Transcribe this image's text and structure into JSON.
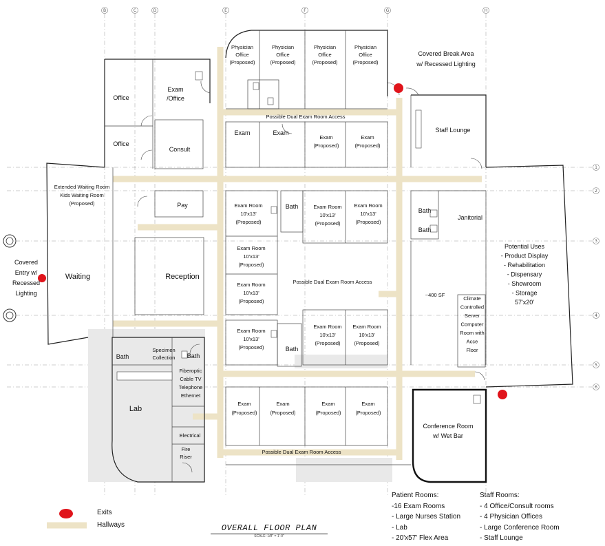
{
  "rooms": {
    "physician_office": [
      "Physician\nOffice\n(Proposed)",
      "Physician\nOffice\n(Proposed)",
      "Physician\nOffice\n(Proposed)",
      "Physician\nOffice\n(Proposed)"
    ],
    "covered_break_area": "Covered Break Area\nw/ Recessed Lighting",
    "office_1": "Office",
    "office_2": "Office",
    "exam_office": "Exam\n/Office",
    "consult": "Consult",
    "dual_access_top": "Possible Dual Exam Room Access",
    "dual_access_mid": "Possible Dual Exam Room Access",
    "dual_access_bottom": "Possible Dual Exam Room Access",
    "exam_1": "Exam",
    "exam_2": "Exam",
    "exam_proposed_top": [
      "Exam\n(Proposed)",
      "Exam\n(Proposed)"
    ],
    "staff_lounge": "Staff Lounge",
    "extended_waiting": "Extended Waiting Room\nKids Waiting Room\n(Proposed)",
    "pay": "Pay",
    "exam_room_row2": [
      "Exam Room\n10'x13'\n(Proposed)",
      "Exam Room\n10'x13'\n(Proposed)",
      "Exam Room\n10'x13'\n(Proposed)"
    ],
    "bath_a": "Bath",
    "bath_b": "Bath",
    "bath_c": "Bath",
    "janitorial": "Janitorial",
    "potential_uses": "Potential Uses\n- Product Display\n- Rehabilitation\n- Dispensary\n- Showroom\n- Storage\n57'x20'",
    "covered_entry": "Covered\nEntry w/\nRecessed\nLighting",
    "waiting": "Waiting",
    "reception": "Reception",
    "exam_room_left": [
      "Exam Room\n10'x13'\n(Proposed)",
      "Exam Room\n10'x13'\n(Proposed)",
      "Exam Room\n10'x13'\n(Proposed)"
    ],
    "flex_area": "~400 SF",
    "server_room": "Climate\nControlled\nServer\nComputer\nRoom with\nAcce\nFloor",
    "exam_room_row4": [
      "Exam Room\n10'x13'\n(Proposed)",
      "Exam Room\n10'x13'\n(Proposed)"
    ],
    "bath_d": "Bath",
    "bath_e": "Bath",
    "bath_f": "Bath",
    "specimen": "Specimen\nCollection",
    "fiberoptic": "Fiberoptic\nCable TV\nTelephone\nEthernet",
    "lab": "Lab",
    "exam_proposed_bottom": [
      "Exam\n(Proposed)",
      "Exam\n(Proposed)",
      "Exam\n(Proposed)",
      "Exam\n(Proposed)"
    ],
    "conference_room": "Conference Room\nw/ Wet Bar",
    "electrical": "Electrical",
    "fire_riser": "Fire\nRiser"
  },
  "grid_tags": {
    "columns": [
      "B",
      "C",
      "D",
      "E",
      "F",
      "G",
      "H"
    ],
    "rows": [
      "1",
      "2",
      "3",
      "4",
      "5",
      "6"
    ]
  },
  "legend": {
    "exits": "Exits",
    "hallways": "Hallways"
  },
  "title": {
    "main": "OVERALL FLOOR PLAN",
    "scale": "SCALE: 1/8\" = 1'-0\""
  },
  "patient_rooms": {
    "heading": "Patient Rooms:",
    "items": [
      "-16 Exam Rooms",
      "- Large Nurses Station",
      "- Lab",
      "- 20'x57' Flex Area"
    ]
  },
  "staff_rooms": {
    "heading": "Staff Rooms:",
    "items": [
      "- 4 Office/Consult rooms",
      "- 4 Physician Offices",
      "- Large Conference Room",
      "- Staff Lounge"
    ]
  },
  "colors": {
    "exit": "#e0141b",
    "hallway": "#ede3c6",
    "wall": "#222222"
  }
}
